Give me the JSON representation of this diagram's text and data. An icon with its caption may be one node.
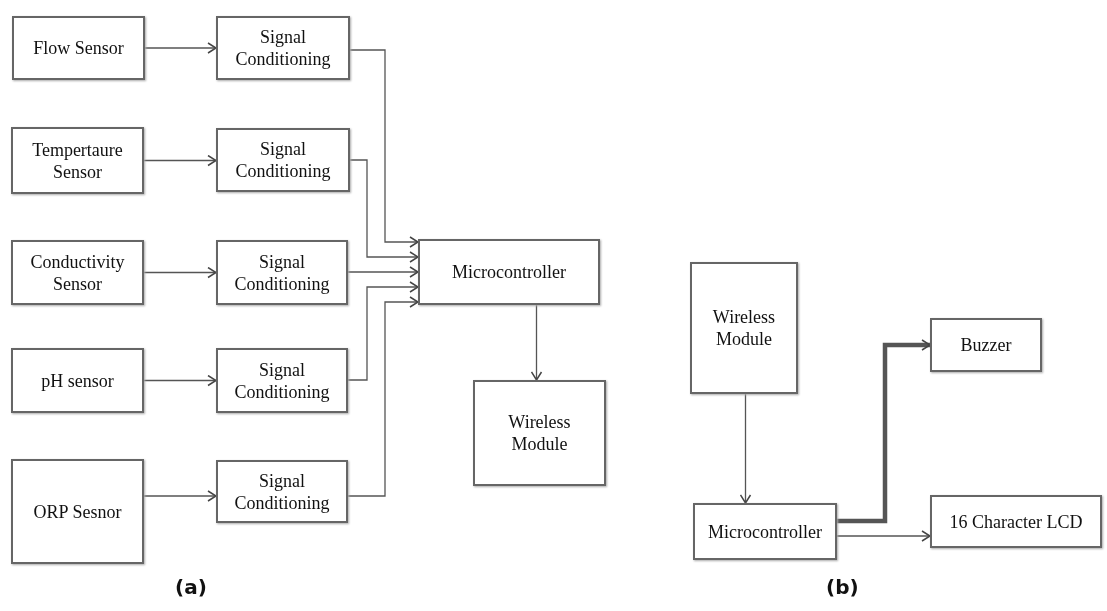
{
  "diagram": {
    "nodes": [
      {
        "text": [
          "Flow Sensor"
        ]
      },
      {
        "text": [
          "Tempertaure Sensor"
        ]
      },
      {
        "text": [
          "Conductivity Sensor"
        ]
      },
      {
        "text": [
          "pH sensor"
        ]
      },
      {
        "text": [
          "ORP Sesnor"
        ]
      },
      {
        "text": [
          "Signal Conditioning"
        ]
      },
      {
        "text": [
          "Signal Conditioning"
        ]
      },
      {
        "text": [
          "Signal Conditioning"
        ]
      },
      {
        "text": [
          "Signal Conditioning"
        ]
      },
      {
        "text": [
          "Signal Conditioning"
        ]
      },
      {
        "text": [
          "Microcontroller"
        ]
      },
      {
        "text": [
          "Wireless Module"
        ]
      },
      {
        "text": [
          "Wireless Module"
        ]
      },
      {
        "text": [
          "Buzzer"
        ]
      },
      {
        "text": [
          "Microcontroller"
        ]
      },
      {
        "text": [
          "16 Character LCD"
        ]
      }
    ],
    "edges": [
      {
        "from": 0,
        "to": 5,
        "arrow": "to"
      },
      {
        "from": 1,
        "to": 6,
        "arrow": "to"
      },
      {
        "from": 2,
        "to": 7,
        "arrow": "to"
      },
      {
        "from": 3,
        "to": 8,
        "arrow": "to"
      },
      {
        "from": 4,
        "to": 9,
        "arrow": "to"
      },
      {
        "from": 5,
        "to": 10,
        "arrow": "to"
      },
      {
        "from": 6,
        "to": 10,
        "arrow": "to"
      },
      {
        "from": 7,
        "to": 10,
        "arrow": "to"
      },
      {
        "from": 8,
        "to": 10,
        "arrow": "to"
      },
      {
        "from": 9,
        "to": 10,
        "arrow": "to"
      },
      {
        "from": 10,
        "to": 11,
        "arrow": "to"
      },
      {
        "from": 12,
        "to": 14,
        "arrow": "to"
      },
      {
        "from": 14,
        "to": 13,
        "arrow": "to",
        "style": "thick"
      },
      {
        "from": 14,
        "to": 15,
        "arrow": "to"
      }
    ],
    "labels": [
      "(a)",
      "(b)"
    ]
  }
}
